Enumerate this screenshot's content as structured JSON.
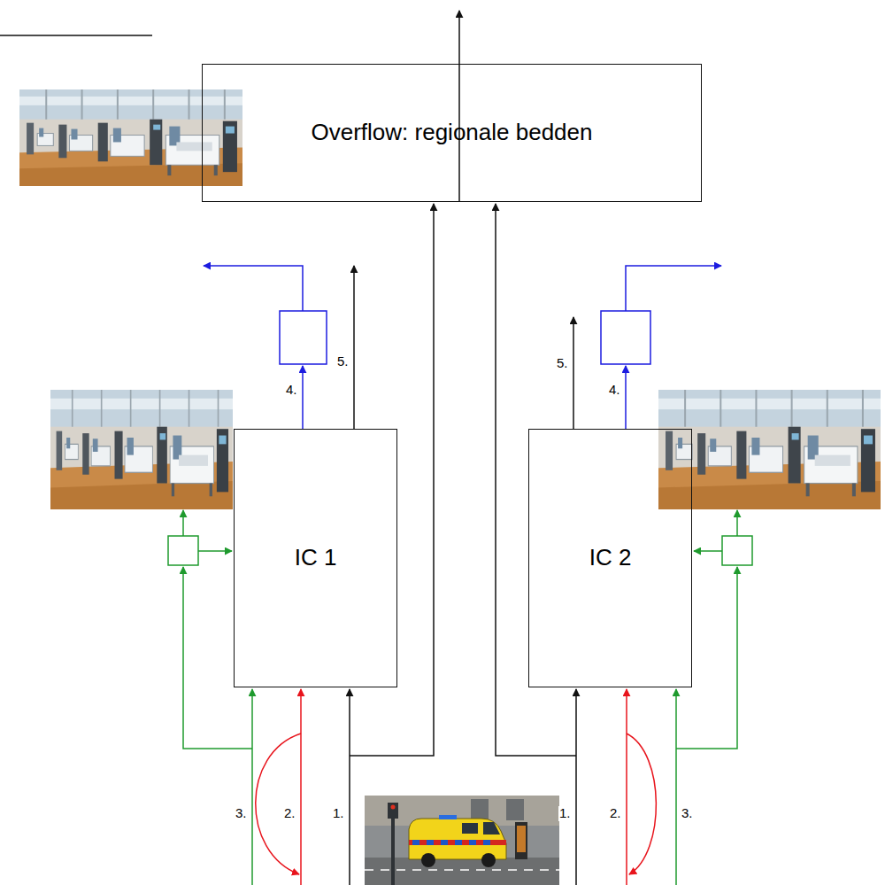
{
  "diagram": {
    "nodes": [
      {
        "text": [
          "Overflow: regionale bedden"
        ]
      },
      {
        "text": [
          "IC 1"
        ]
      },
      {
        "text": [
          "IC 2"
        ]
      }
    ],
    "labels": [
      "4.",
      "5.",
      "5.",
      "4.",
      "3.",
      "2.",
      "1.",
      "1.",
      "2.",
      "3."
    ]
  }
}
